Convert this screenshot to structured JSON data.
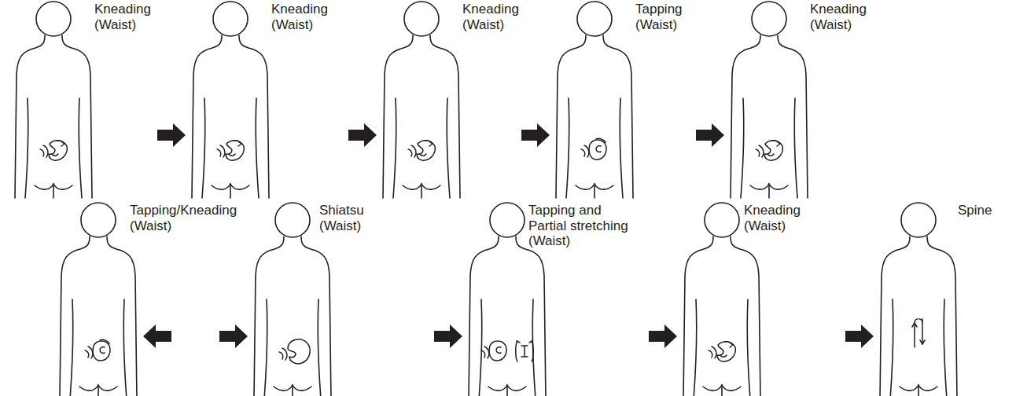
{
  "diagram": {
    "nodes": [
      {
        "text": [
          "Kneading (Waist)"
        ]
      },
      {
        "text": [
          "Kneading (Waist)"
        ]
      },
      {
        "text": [
          "Kneading (Waist)"
        ]
      },
      {
        "text": [
          "Tapping (Waist)"
        ]
      },
      {
        "text": [
          "Kneading (Waist)"
        ]
      },
      {
        "text": [
          "Tapping/Kneading (Waist)"
        ]
      },
      {
        "text": [
          "Shiatsu (Waist)"
        ]
      },
      {
        "text": [
          "Tapping and Partial stretching (Waist)"
        ]
      },
      {
        "text": [
          "Kneading (Waist)"
        ]
      },
      {
        "text": [
          "Spine"
        ]
      }
    ],
    "edges": [
      {
        "from": 0,
        "to": 1,
        "arrow": "to"
      },
      {
        "from": 1,
        "to": 2,
        "arrow": "to"
      },
      {
        "from": 2,
        "to": 3,
        "arrow": "to"
      },
      {
        "from": 3,
        "to": 4,
        "arrow": "to"
      },
      {
        "from": 4,
        "to": 5,
        "arrow": "to"
      },
      {
        "from": 5,
        "to": 6,
        "arrow": "to"
      },
      {
        "from": 6,
        "to": 7,
        "arrow": "to"
      },
      {
        "from": 7,
        "to": 8,
        "arrow": "to"
      },
      {
        "from": 8,
        "to": 9,
        "arrow": "to"
      }
    ]
  }
}
